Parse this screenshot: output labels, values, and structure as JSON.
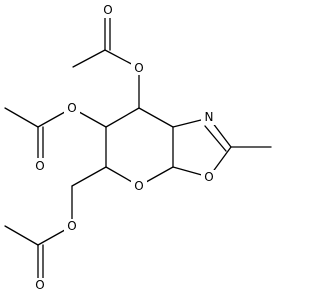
{
  "colors": {
    "background": "#ffffff",
    "bond": "#000000",
    "label": "#000000"
  },
  "atoms": {
    "o_acetate_top": "O",
    "o_carbonyl_top": "O",
    "o_acetate_mid": "O",
    "o_carbonyl_mid": "O",
    "n_oxazoline": "N",
    "o_ring": "O",
    "o_oxazoline": "O",
    "o_acetate_bottom": "O",
    "o_carbonyl_bottom": "O"
  }
}
